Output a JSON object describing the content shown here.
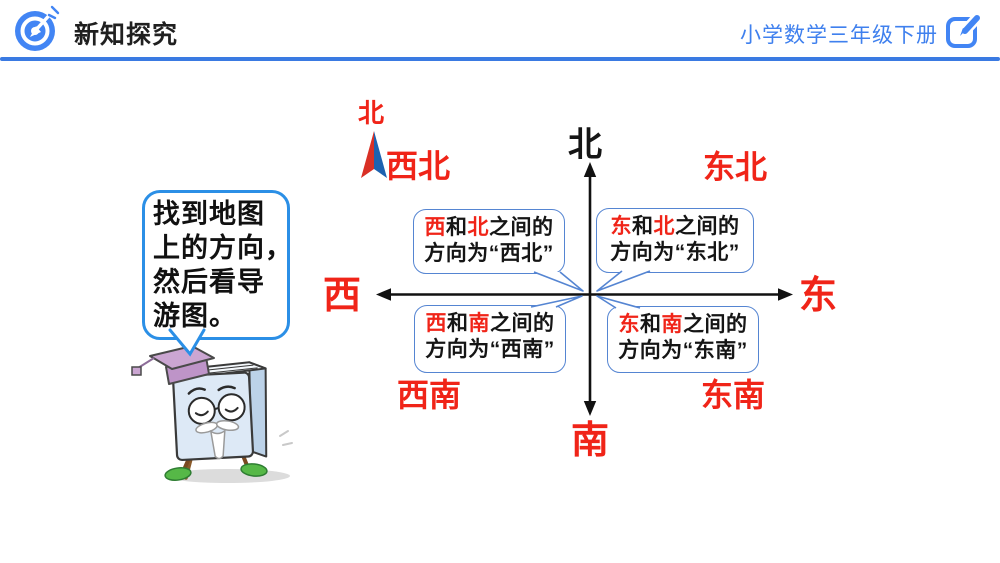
{
  "header": {
    "title": "新知探究",
    "course_label": "小学数学三年级下册",
    "accent_color": "#3F80EE",
    "divider_color": "#3A7AE2"
  },
  "speech_bubble": {
    "lines": [
      "找到地图",
      "上的方向，",
      "然后看导",
      "游图。"
    ]
  },
  "mini_compass": {
    "label": "北"
  },
  "compass": {
    "north": "北",
    "south": "南",
    "east": "东",
    "west": "西",
    "northwest": "西北",
    "northeast": "东北",
    "southwest": "西南",
    "southeast": "东南"
  },
  "callouts": {
    "nw": {
      "line1": [
        {
          "t": "西",
          "red": true
        },
        {
          "t": "和",
          "red": false
        },
        {
          "t": "北",
          "red": true
        },
        {
          "t": "之间的",
          "red": false
        }
      ],
      "line2": "方向为“西北”"
    },
    "ne": {
      "line1": [
        {
          "t": "东",
          "red": true
        },
        {
          "t": "和",
          "red": false
        },
        {
          "t": "北",
          "red": true
        },
        {
          "t": "之间的",
          "red": false
        }
      ],
      "line2": "方向为“东北”"
    },
    "sw": {
      "line1": [
        {
          "t": "西",
          "red": true
        },
        {
          "t": "和",
          "red": false
        },
        {
          "t": "南",
          "red": true
        },
        {
          "t": "之间的",
          "red": false
        }
      ],
      "line2": "方向为“西南”"
    },
    "se": {
      "line1": [
        {
          "t": "东",
          "red": true
        },
        {
          "t": "和",
          "red": false
        },
        {
          "t": "南",
          "red": true
        },
        {
          "t": "之间的",
          "red": false
        }
      ],
      "line2": "方向为“东南”"
    }
  },
  "colors": {
    "red_text": "#F02418",
    "callout_border": "#5585D2",
    "bubble_border": "#2B8FE6",
    "axis_black": "#111111",
    "needle_red": "#D93025",
    "needle_blue": "#1E62B0"
  }
}
